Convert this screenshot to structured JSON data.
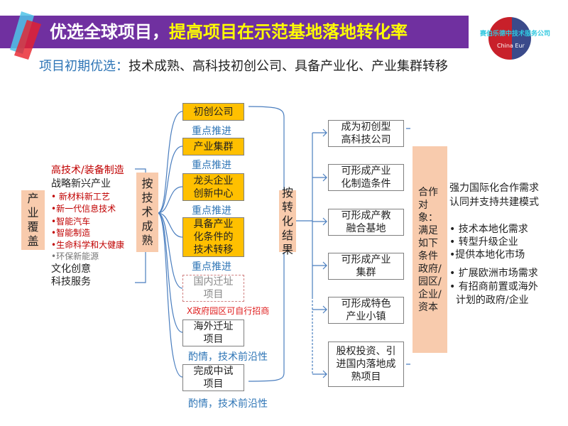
{
  "header": {
    "title_white": "优选全球项目，",
    "title_yellow": "提高项目在示范基地落地转化率",
    "logo_text": "赛伯乐德中技术服务公司",
    "logo_small": "China Eur"
  },
  "subtitle": {
    "label": "项目初期优选：",
    "text": "技术成熟、高科技初创公司、具备产业化、产业集群转移"
  },
  "industry": {
    "box": "产业覆盖",
    "items": [
      {
        "text": "高技术/装备制造",
        "color": "#c00000"
      },
      {
        "text": "战略新兴产业",
        "color": "#222222"
      },
      {
        "text": "• 新材料新工艺",
        "color": "#c00000"
      },
      {
        "text": "•新一代信息技术",
        "color": "#c00000"
      },
      {
        "text": "•智能汽车",
        "color": "#c00000"
      },
      {
        "text": "•智能制造",
        "color": "#c00000"
      },
      {
        "text": "•生命科学和大健康",
        "color": "#c00000"
      },
      {
        "text": "•环保新能源",
        "color": "#777777"
      },
      {
        "text": "文化创意",
        "color": "#222222"
      },
      {
        "text": "科技服务",
        "color": "#222222"
      }
    ]
  },
  "by_tech": "按技术成熟",
  "categories": [
    {
      "label": "初创公司",
      "note": "重点推进"
    },
    {
      "label": "产业集群",
      "note": "重点推进"
    },
    {
      "label": "龙头企业创新中心",
      "note": "重点推进"
    },
    {
      "label": "具备产业化条件的技术转移",
      "note": "重点推进"
    },
    {
      "label": "国内迁址项目",
      "note": "X政府园区可自行招商"
    },
    {
      "label": "海外迁址项目",
      "note": "酌情，技术前沿性"
    },
    {
      "label": "完成中试项目",
      "note": "酌情，技术前沿性"
    }
  ],
  "by_result": "按转化结果",
  "results": [
    "成为初创型高科技公司",
    "可形成产业化制造条件",
    "可形成产教融合基地",
    "可形成产业集群",
    "可形成特色产业小镇",
    "股权投资、引进国内落地成熟项目"
  ],
  "partners": {
    "box": "合作对象：满足如下条件政府/园区/企业/资本",
    "lines": [
      "强力国际化合作需求",
      "认同并支持共建模式",
      "• 技术本地化需求",
      "• 转型升级企业",
      "•提供本地化市场",
      "• 扩展欧洲市场需求",
      "• 有招商前置或海外",
      "  计划的政府/企业"
    ]
  },
  "colors": {
    "banner": "#7030a0",
    "accent_blue": "#2e75b6",
    "orange": "#ffc000",
    "peach": "#f8cbad",
    "red": "#c00000"
  }
}
